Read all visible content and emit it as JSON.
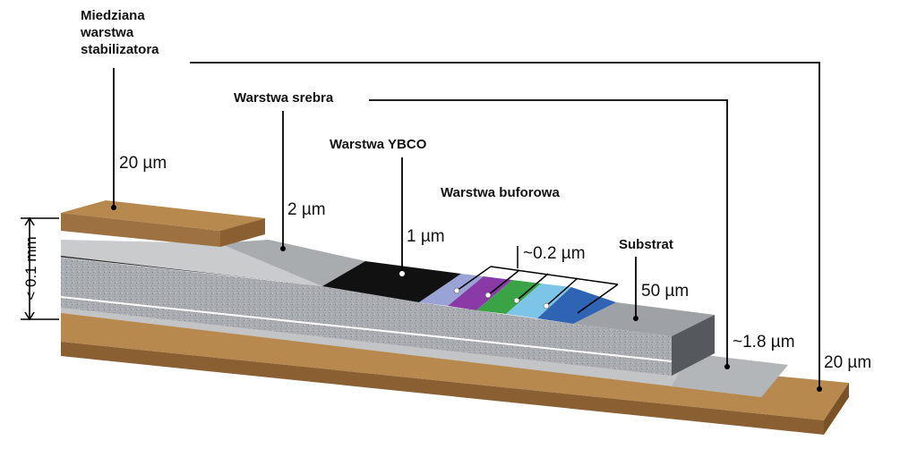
{
  "labels": {
    "copper_line1": "Miedziana",
    "copper_line2": "warstwa",
    "copper_line3": "stabilizatora",
    "silver": "Warstwa srebra",
    "ybco": "Warstwa YBCO",
    "buffer": "Warstwa buforowa",
    "substrate": "Substrat"
  },
  "dimensions": {
    "copper_top": "20 µm",
    "silver_top": "2 µm",
    "ybco": "1 µm",
    "buffer": "~0.2 µm",
    "substrate": "50 µm",
    "silver_bottom": "~1.8 µm",
    "copper_bottom": "20 µm",
    "total": "< 0.1 mm"
  },
  "colors": {
    "copper": "#b7894f",
    "copper_dark": "#8a5f31",
    "silver": "#c2c4c6",
    "ybco": "#111111",
    "buffer_lavender": "#9aa3d6",
    "buffer_purple": "#8a3aa6",
    "buffer_green": "#3aa346",
    "buffer_lightblue": "#7cc4e8",
    "buffer_blue": "#2f63b3",
    "substrate": "#9ea2a6"
  }
}
